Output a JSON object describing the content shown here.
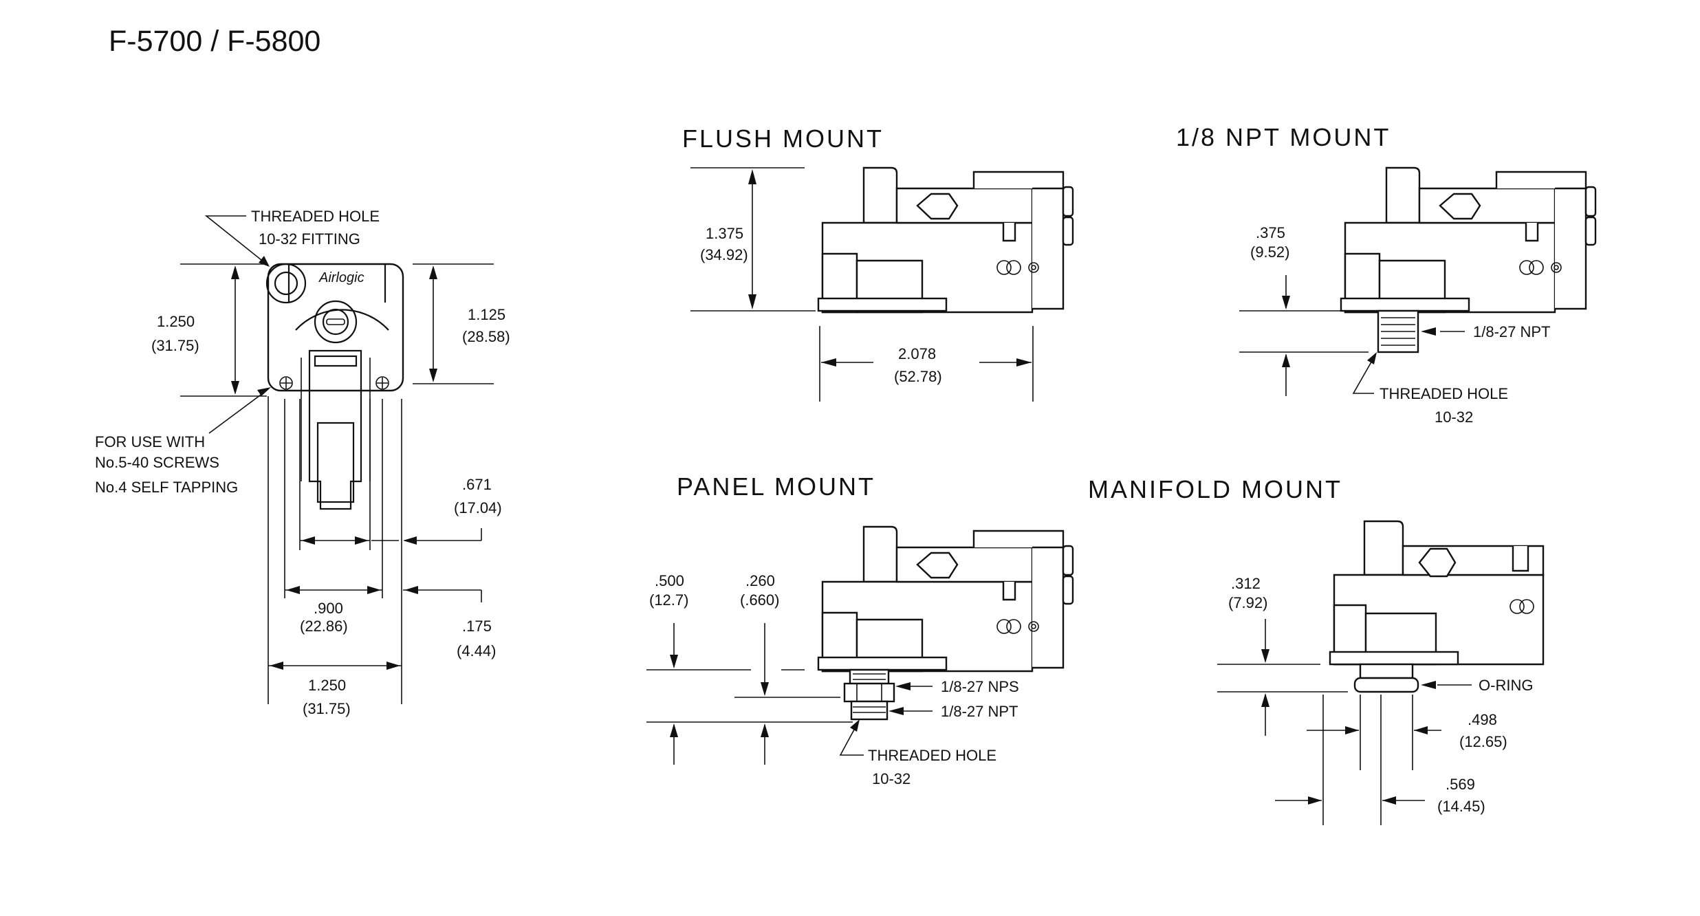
{
  "title": "F-5700 / F-5800",
  "views": {
    "flush": "FLUSH MOUNT",
    "npt": "1/8 NPT MOUNT",
    "panel": "PANEL MOUNT",
    "manifold": "MANIFOLD MOUNT"
  },
  "front_view": {
    "threaded_hole_1": "THREADED HOLE",
    "threaded_hole_2": "10-32 FITTING",
    "height_in": "1.250",
    "height_mm": "(31.75)",
    "height2_in": "1.125",
    "height2_mm": "(28.58)",
    "screws_1": "FOR USE WITH",
    "screws_2": "No.5-40 SCREWS",
    "screws_3": "No.4 SELF TAPPING",
    "dim671_in": ".671",
    "dim671_mm": "(17.04)",
    "dim900_in": ".900",
    "dim900_mm": "(22.86)",
    "dim175_in": ".175",
    "dim175_mm": "(4.44)",
    "width_in": "1.250",
    "width_mm": "(31.75)",
    "logo": "Airlogic"
  },
  "flush": {
    "height_in": "1.375",
    "height_mm": "(34.92)",
    "length_in": "2.078",
    "length_mm": "(52.78)"
  },
  "npt": {
    "dim_in": ".375",
    "dim_mm": "(9.52)",
    "thread": "1/8-27 NPT",
    "hole_1": "THREADED HOLE",
    "hole_2": "10-32"
  },
  "panel": {
    "dim500_in": ".500",
    "dim500_mm": "(12.7)",
    "dim260_in": ".260",
    "dim260_mm": "(.660)",
    "nps": "1/8-27 NPS",
    "npt": "1/8-27 NPT",
    "hole_1": "THREADED HOLE",
    "hole_2": "10-32"
  },
  "manifold": {
    "dim312_in": ".312",
    "dim312_mm": "(7.92)",
    "oring": "O-RING",
    "dim498_in": ".498",
    "dim498_mm": "(12.65)",
    "dim569_in": ".569",
    "dim569_mm": "(14.45)"
  }
}
